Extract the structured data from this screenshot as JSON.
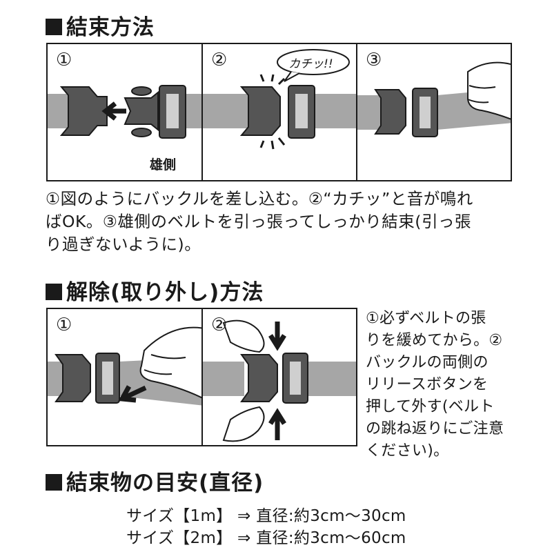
{
  "section1": {
    "title": "結束方法",
    "panel1_num": "①",
    "panel2_num": "②",
    "panel3_num": "③",
    "male_label": "雄側",
    "click_sound": "カチッ!!",
    "para_line1": "①図のようにバックルを差し込む。②“カチッ”と音が鳴れ",
    "para_line2": "ばOK。③雄側のベルトを引っ張ってしっかり結束(引っ張",
    "para_line3": "り過ぎないように)。"
  },
  "section2": {
    "title": "解除(取り外し)方法",
    "panel1_num": "①",
    "panel2_num": "②",
    "side_line1": "①必ずベルトの張",
    "side_line2": "りを緩めてから。②",
    "side_line3": "バックルの両側の",
    "side_line4": "リリースボタンを",
    "side_line5": "押して外す(ベルト",
    "side_line6": "の跳ね返りにご注意",
    "side_line7": "ください)。"
  },
  "section3": {
    "title": "結束物の目安(直径)",
    "size_line1": "サイズ【1m】 ⇒ 直径:約3cm〜30cm",
    "size_line2": "サイズ【2m】 ⇒ 直径:約3cm〜60cm"
  },
  "colors": {
    "ink": "#1a1a1a",
    "belt": "#a6a6a6",
    "buckle": "#555555",
    "buckle_light": "#cfcfcf"
  }
}
